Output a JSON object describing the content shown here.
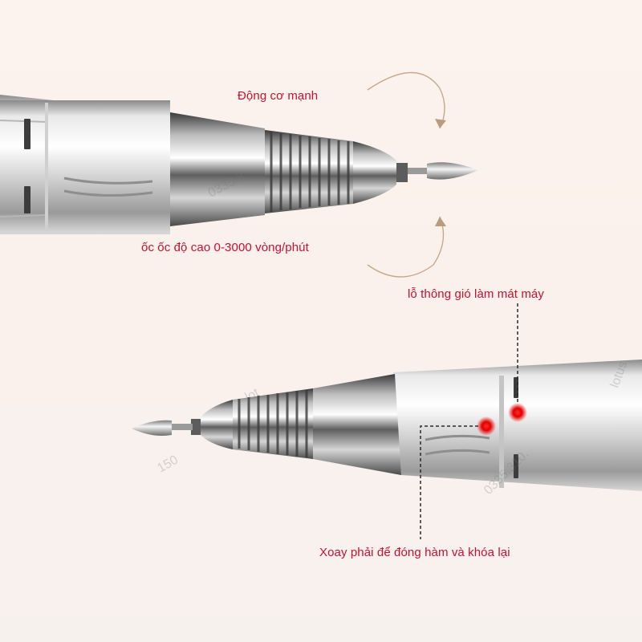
{
  "labels": {
    "motor": "Động cơ mạnh",
    "speed": "ốc ốc độ cao 0-3000 vòng/phút",
    "vent": "lỗ thông gió làm mát máy",
    "twist": "Xoay phải để đóng hàm và khóa lại"
  },
  "watermarks": {
    "phone_top": "0335.3",
    "phone_bottom": "0335.310.",
    "brand_right": "lotus",
    "brand_mid": "lot",
    "num_left": "150"
  },
  "colors": {
    "label_red": "#c8102e",
    "background": "#fbf1ec",
    "metal_light": "#f2f2f2",
    "metal_dark": "#6e6e6e"
  }
}
